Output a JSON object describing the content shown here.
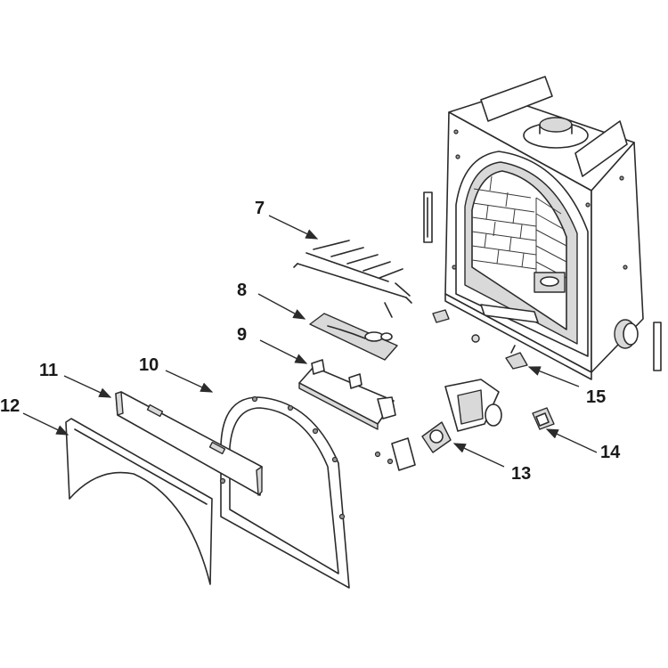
{
  "callouts": {
    "c7": "7",
    "c8": "8",
    "c9": "9",
    "c10": "10",
    "c11": "11",
    "c12": "12",
    "c13": "13",
    "c14": "14",
    "c15": "15"
  },
  "colors": {
    "line": "#2b2b2b",
    "background": "#ffffff",
    "shade": "#d9d9d9"
  }
}
